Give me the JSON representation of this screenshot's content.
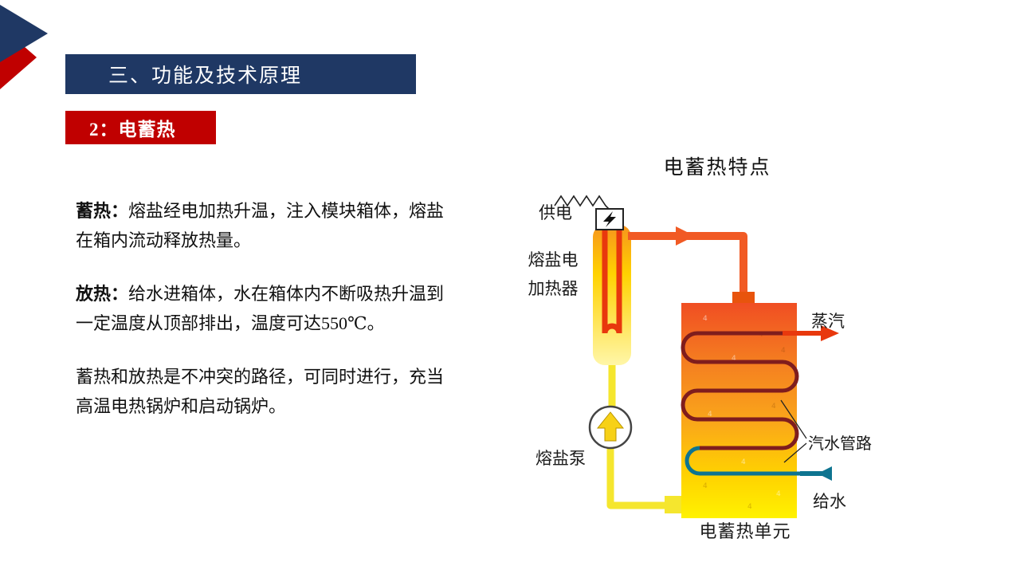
{
  "slide": {
    "section_title": "三、功能及技术原理",
    "topic_badge": "2：电蓄热"
  },
  "paragraphs": [
    {
      "lead": "蓄热：",
      "text": "熔盐经电加热升温，注入模块箱体，熔盐\n在箱内流动释放热量。"
    },
    {
      "lead": "放热：",
      "text": "给水进箱体，水在箱体内不断吸热升温到\n一定温度从顶部排出，温度可达550℃。"
    },
    {
      "lead": "",
      "text": "蓄热和放热是不冲突的路径，可同时进行，充当\n高温电热锅炉和启动锅炉。"
    }
  ],
  "diagram": {
    "title": "电蓄热特点",
    "labels": {
      "power": "供电",
      "heater": "熔盐电\n加热器",
      "pump": "熔盐泵",
      "steam": "蒸汽",
      "pipe": "汽水管路",
      "feedwater": "给水",
      "unit": "电蓄热单元"
    }
  },
  "colors": {
    "banner_blue": "#1F3864",
    "badge_red": "#C00000",
    "hot_pipe_orange": "#F15A24",
    "molten_salt_yellow": "#F5E62E",
    "coil_maroon": "#7F1D1D",
    "feedwater_teal": "#0E7490",
    "steam_red": "#E8380D"
  }
}
